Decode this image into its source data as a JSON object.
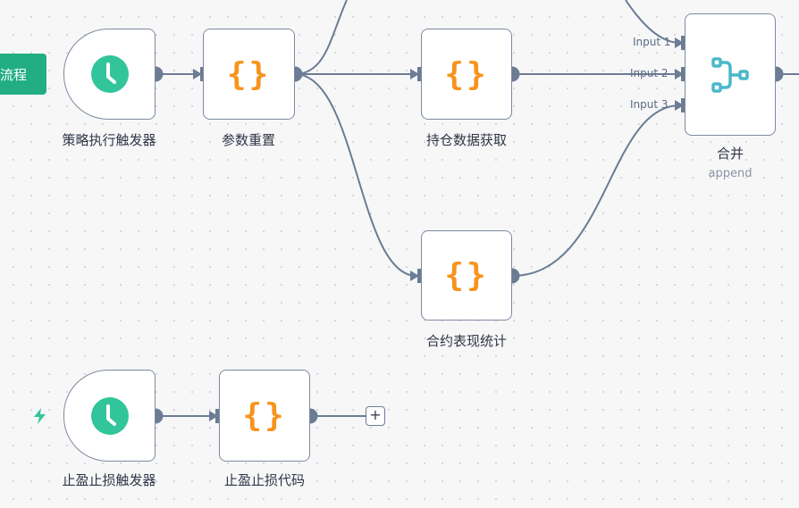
{
  "canvas": {
    "run_button_label": "流程",
    "nodes": [
      {
        "label": "策略执行触发器",
        "icon": "clock-icon"
      },
      {
        "label": "参数重置",
        "icon": "code-braces-icon"
      },
      {
        "label": "持仓数据获取",
        "icon": "code-braces-icon"
      },
      {
        "label": "合并",
        "subtitle": "append",
        "icon": "merge-icon",
        "inputs": [
          "Input 1",
          "Input 2",
          "Input 3"
        ]
      },
      {
        "label": "合约表现统计",
        "icon": "code-braces-icon"
      },
      {
        "label": "止盈止损触发器",
        "icon": "clock-icon"
      },
      {
        "label": "止盈止损代码",
        "icon": "code-braces-icon"
      }
    ],
    "braces_glyph": "{}",
    "plus_glyph": "+",
    "colors": {
      "accent": "#22ae82",
      "clock": "#32c59b",
      "code": "#f7941d",
      "merge": "#4bb8c9",
      "edge": "#6b7c94"
    }
  }
}
